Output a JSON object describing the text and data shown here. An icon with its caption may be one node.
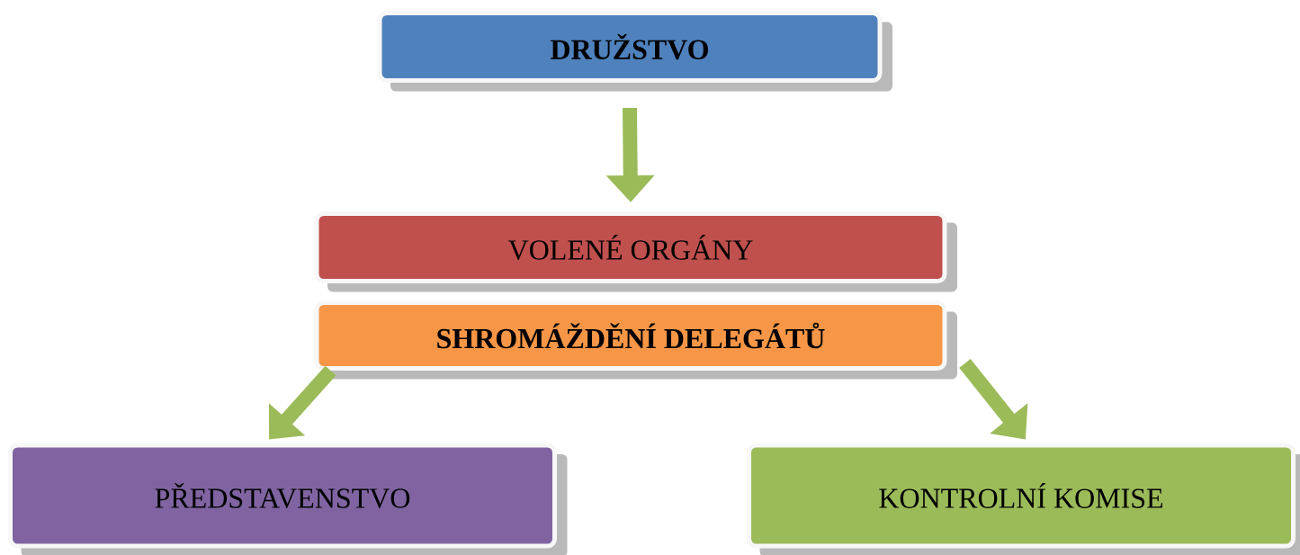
{
  "diagram": {
    "nodes": [
      {
        "text": [
          "DRUŽSTVO"
        ]
      },
      {
        "text": [
          "VOLENÉ ORGÁNY"
        ]
      },
      {
        "text": [
          "SHROMÁŽDĚNÍ DELEGÁTŮ"
        ]
      },
      {
        "text": [
          "PŘEDSTAVENSTVO"
        ]
      },
      {
        "text": [
          "KONTROLNÍ KOMISE"
        ]
      }
    ],
    "edges": [
      {
        "from": 0,
        "to": 1,
        "arrow": "to"
      },
      {
        "from": 2,
        "to": 3,
        "arrow": "to"
      },
      {
        "from": 2,
        "to": 4,
        "arrow": "to"
      }
    ]
  }
}
